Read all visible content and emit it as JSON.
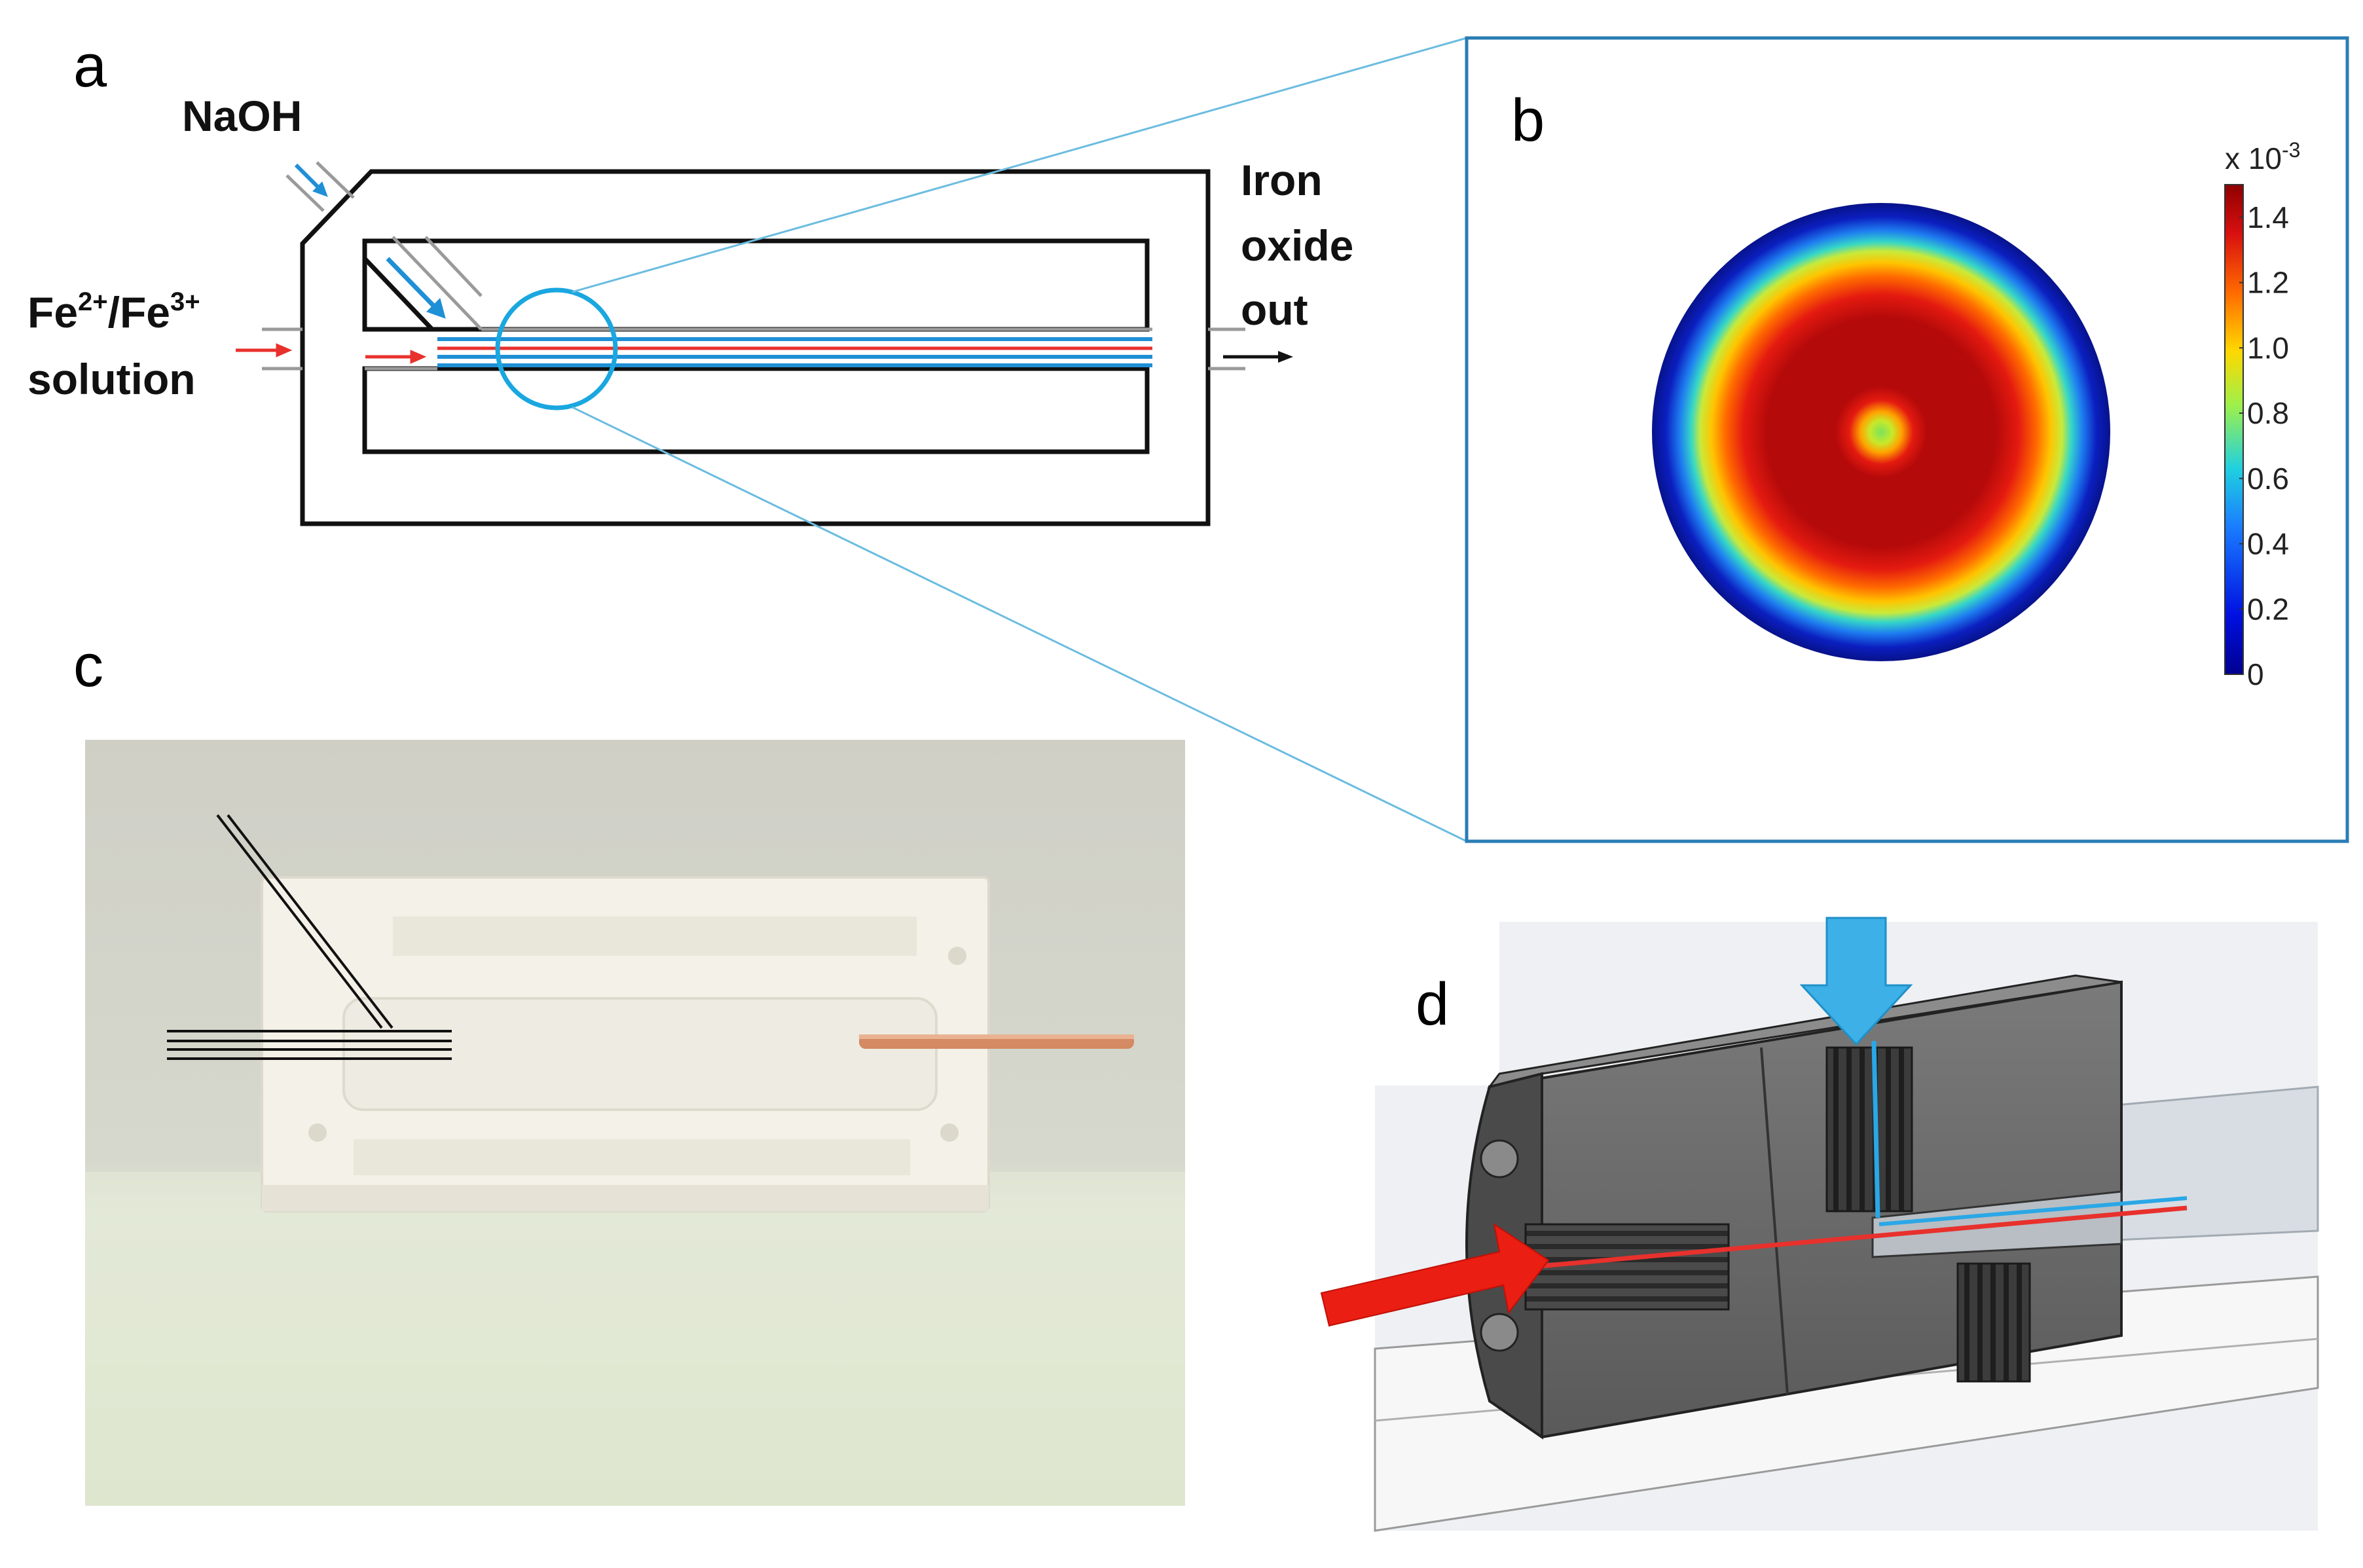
{
  "panels": {
    "a": {
      "letter": "a",
      "labels": {
        "naoh": "NaOH",
        "fe_solution_line1": "Fe2+/Fe3+",
        "fe_solution_line2": "solution",
        "iron_oxide_1": "Iron",
        "iron_oxide_2": "oxide",
        "iron_oxide_3": "out"
      },
      "colors": {
        "naoh_stream": "#1f8fd6",
        "iron_stream": "#e8312d",
        "zoom_circle": "#1aa7e0"
      }
    },
    "b": {
      "letter": "b",
      "colorbar": {
        "multiplier": "x 10",
        "exponent": "-3",
        "ticks": [
          "1.4",
          "1.2",
          "1.0",
          "0.8",
          "0.6",
          "0.4",
          "0.2",
          "0"
        ],
        "range": [
          0,
          1.5
        ]
      }
    },
    "c": {
      "letter": "c"
    },
    "d": {
      "letter": "d"
    }
  }
}
